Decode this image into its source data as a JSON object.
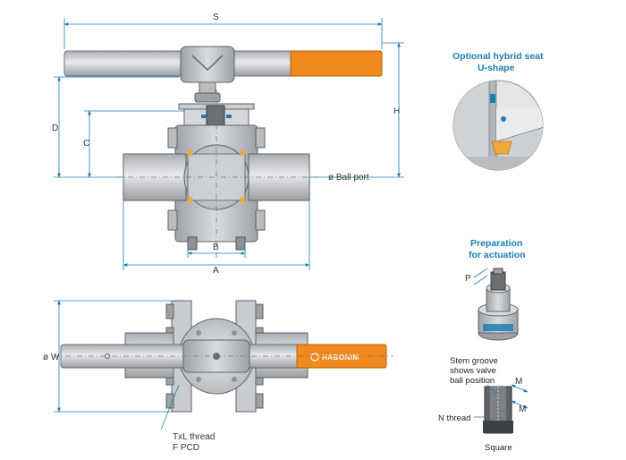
{
  "dimensions": {
    "s": "S",
    "d": "D",
    "c": "C",
    "h": "H",
    "b": "B",
    "a": "A",
    "ball_port": "ø Ball port",
    "w": "ø W"
  },
  "detail_hybrid_seat": {
    "title_line1": "Optional hybrid seat",
    "title_line2": "U-shape"
  },
  "detail_actuation": {
    "title_line1": "Preparation",
    "title_line2": "for actuation",
    "p": "P",
    "stem_groove_line1": "Stem groove",
    "stem_groove_line2": "shows valve",
    "stem_groove_line3": "ball position",
    "m1": "M",
    "m2": "M",
    "n_thread": "N thread",
    "square": "Square"
  },
  "bottom_view": {
    "txl_thread": "TxL thread",
    "f_pcd": "F PCD",
    "brand": "HABONIM"
  },
  "colors": {
    "accent_orange": "#f08a1c",
    "dimension_blue": "#1a7fb0",
    "metal": "#c9ccd0"
  }
}
